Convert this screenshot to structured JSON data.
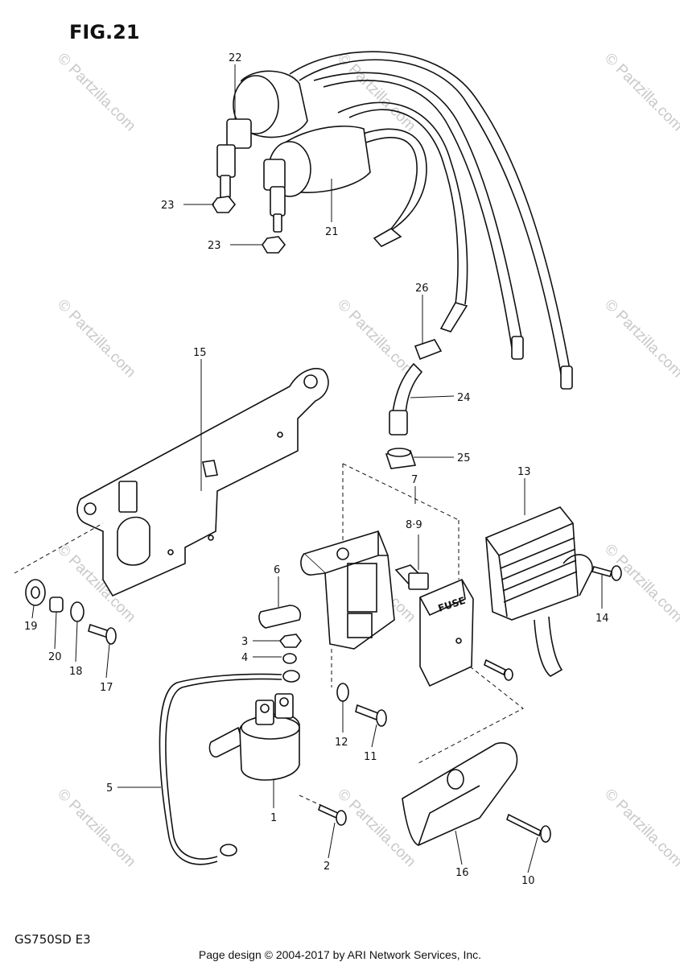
{
  "figure_title": "FIG.21",
  "model_code": "GS750SD E3",
  "footer_credit": "Page design © 2004-2017 by ARI Network Services, Inc.",
  "watermark_text": "© Partzilla.com",
  "fuse_cover_text": "FUSE",
  "callouts": {
    "c1": "1",
    "c2": "2",
    "c3": "3",
    "c4": "4",
    "c5": "5",
    "c6": "6",
    "c7": "7",
    "c8_9": "8·9",
    "c10": "10",
    "c11": "11",
    "c12": "12",
    "c13": "13",
    "c14": "14",
    "c15": "15",
    "c16": "16",
    "c17": "17",
    "c18": "18",
    "c19": "19",
    "c20": "20",
    "c21": "21",
    "c22": "22",
    "c23a": "23",
    "c23b": "23",
    "c24": "24",
    "c25": "25",
    "c26": "26"
  },
  "colors": {
    "line": "#111111",
    "background": "#ffffff",
    "watermark": "#c9c9c9"
  }
}
